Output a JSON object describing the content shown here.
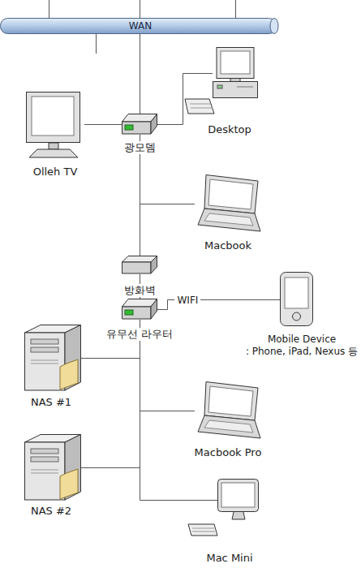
{
  "diagram": {
    "nodes": [
      {
        "text": [
          "WAN"
        ]
      },
      {
        "text": [
          "Desktop"
        ]
      },
      {
        "text": [
          "Olleh TV"
        ]
      },
      {
        "text": [
          "광모뎀"
        ]
      },
      {
        "text": [
          "Macbook"
        ]
      },
      {
        "text": [
          "방화벽"
        ]
      },
      {
        "text": [
          "유무선 라우터"
        ]
      },
      {
        "text": [
          "Mobile Device",
          ": Phone, iPad, Nexus 등"
        ]
      },
      {
        "text": [
          "NAS #1"
        ]
      },
      {
        "text": [
          "Macbook Pro"
        ]
      },
      {
        "text": [
          "NAS #2"
        ]
      },
      {
        "text": [
          "Mac Mini"
        ]
      }
    ],
    "edges": [
      {
        "from": 0,
        "to": 3,
        "arrow": "none"
      },
      {
        "from": 3,
        "to": 2,
        "arrow": "none"
      },
      {
        "from": 3,
        "to": 1,
        "arrow": "none"
      },
      {
        "from": 3,
        "to": 4,
        "arrow": "none"
      },
      {
        "from": 3,
        "to": 5,
        "arrow": "none"
      },
      {
        "from": 5,
        "to": 6,
        "arrow": "none"
      },
      {
        "from": 6,
        "to": 7,
        "label": "WIFI",
        "arrow": "none"
      },
      {
        "from": 6,
        "to": 8,
        "arrow": "none"
      },
      {
        "from": 6,
        "to": 9,
        "arrow": "none"
      },
      {
        "from": 6,
        "to": 10,
        "arrow": "none"
      },
      {
        "from": 6,
        "to": 11,
        "arrow": "none"
      }
    ]
  }
}
